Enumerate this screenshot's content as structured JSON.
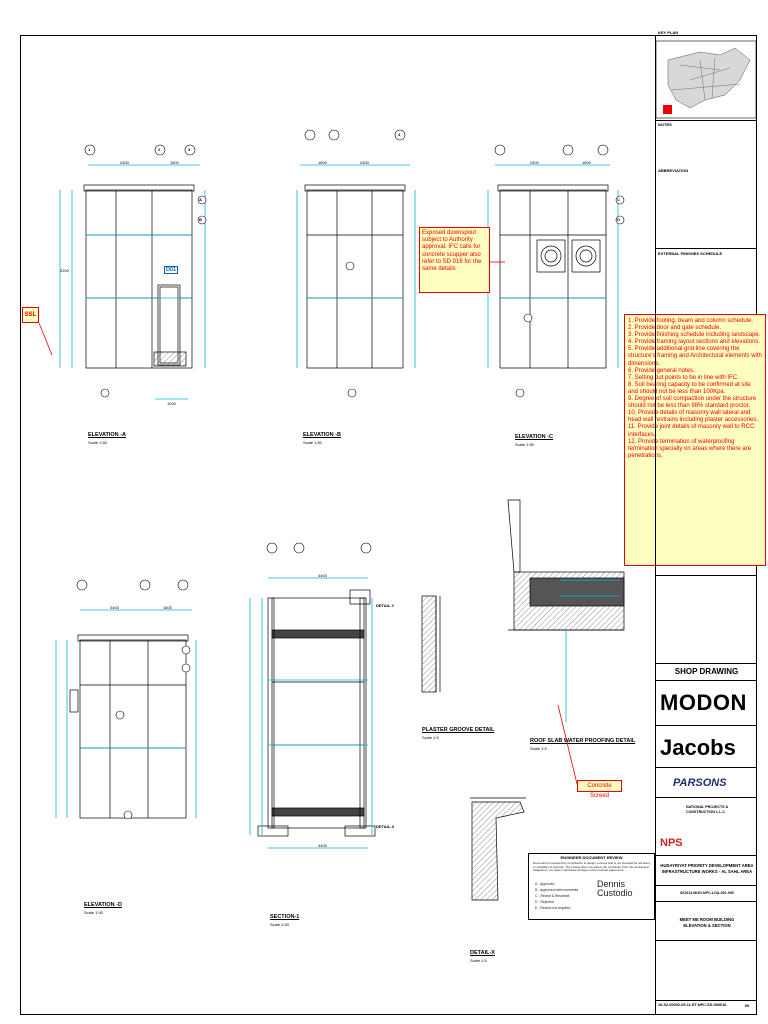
{
  "key_plan": {
    "title": "KEY PLAN"
  },
  "notes": {
    "title": "NOTES",
    "abbreviation_title": "ABBREVIATION",
    "finishes_title": "EXTERNAL FINISHES SCHEDULE"
  },
  "elevations": {
    "a": {
      "title": "ELEVATION -A",
      "scale": "Scale 1:50"
    },
    "b": {
      "title": "ELEVATION -B",
      "scale": "Scale 1:50"
    },
    "c": {
      "title": "ELEVATION -C",
      "scale": "Scale 1:50"
    },
    "d": {
      "title": "ELEVATION -D",
      "scale": "Scale 1:50"
    }
  },
  "section": {
    "title": "SECTION-1",
    "scale": "Scale 1:50"
  },
  "details": {
    "plaster": {
      "title": "PLASTER GROOVE DETAIL",
      "scale": "Scale 1:5"
    },
    "roof": {
      "title": "ROOF SLAB WATER PROOFING DETAIL",
      "scale": "Scale 1:5"
    },
    "x": {
      "title": "DETAIL-X",
      "scale": "Scale 1:5"
    },
    "detail_y_tag": "DETAIL-Y",
    "detail_x_tag": "DETAIL-X"
  },
  "door_tag": "D01",
  "grid": {
    "a": "A",
    "b": "B",
    "c": "C",
    "d": "D",
    "one": "1",
    "two": "2",
    "three": "3",
    "four": "4"
  },
  "dims": {
    "d1": "2400",
    "d2": "1600",
    "d3": "1820",
    "d4": "2200",
    "d5": "4400",
    "d6": "1000"
  },
  "red_notes": {
    "downspout": "Exposed downspout subject to Authority approval. IFC calls for concrete scupper also refer to SD 016 for the same details",
    "ssl": "SSL",
    "screed": "Concrete Screed"
  },
  "comments": [
    "1. Provide footing, beam and column schedule.",
    "2. Provide door and gate schedule.",
    "3. Provide finishing schedule including landscape.",
    "4. Provide framing layout sections and elevations.",
    "5. Provide additional grid line covering the structure's framing and Architectural elements with dimensions.",
    "6. Provide general notes.",
    "7. Setting out points to be in line with IFC.",
    "8. Soil bearing capacity to be confirmed at site and should not be less than 100Kpa.",
    "9. Degree of soil compaction under the structure should not be less than 98% standard proctor.",
    "10. Provide details of masonry wall lateral and head wall restrains including plaster accessories.",
    "11. Provide joint details of masonry wall to RCC interfaces.",
    "12. Provide termination of waterproofing termination specially on areas where there are penetrations."
  ],
  "title_block": {
    "sheet_status": "SHOP DRAWING",
    "client_logo": "MODON",
    "consultant_logo": "Jacobs",
    "pm_logo": "PARSONS",
    "contractor_logo": "NPS",
    "contractor_name": "NATIONAL PROJECTS & CONSTRUCTION L.L.C",
    "project_line1": "HUDAYRIYAT PRIORITY DEVELOPMENT AREA",
    "project_line2": "INFRASTRUCTURE WORKS - AL SAHL AREA",
    "project_no": "601013-MOD-NPC-LOA-001-005",
    "drawing_line1": "MEET ME ROOM BUILDING",
    "drawing_line2": "ELEVATION & SECTION",
    "drawing_no": "16-S2-00002-05-11-ET-NPC-SD-000016",
    "rev": "00"
  },
  "review": {
    "title": "ENGINEER DOCUMENT REVIEW",
    "text": "Document is reviewed for compliance to design concept and is not checked for accuracy or suitability of purpose. The review does not relieve the contractor from the contractual obligations, nor does it authorise changes to the contract agreement.",
    "options": [
      "A - Approved",
      "B - Approved with comments",
      "C - Revise & Resubmit",
      "D - Rejected",
      "E - Review not required"
    ],
    "signature": "Dennis Custodio"
  }
}
